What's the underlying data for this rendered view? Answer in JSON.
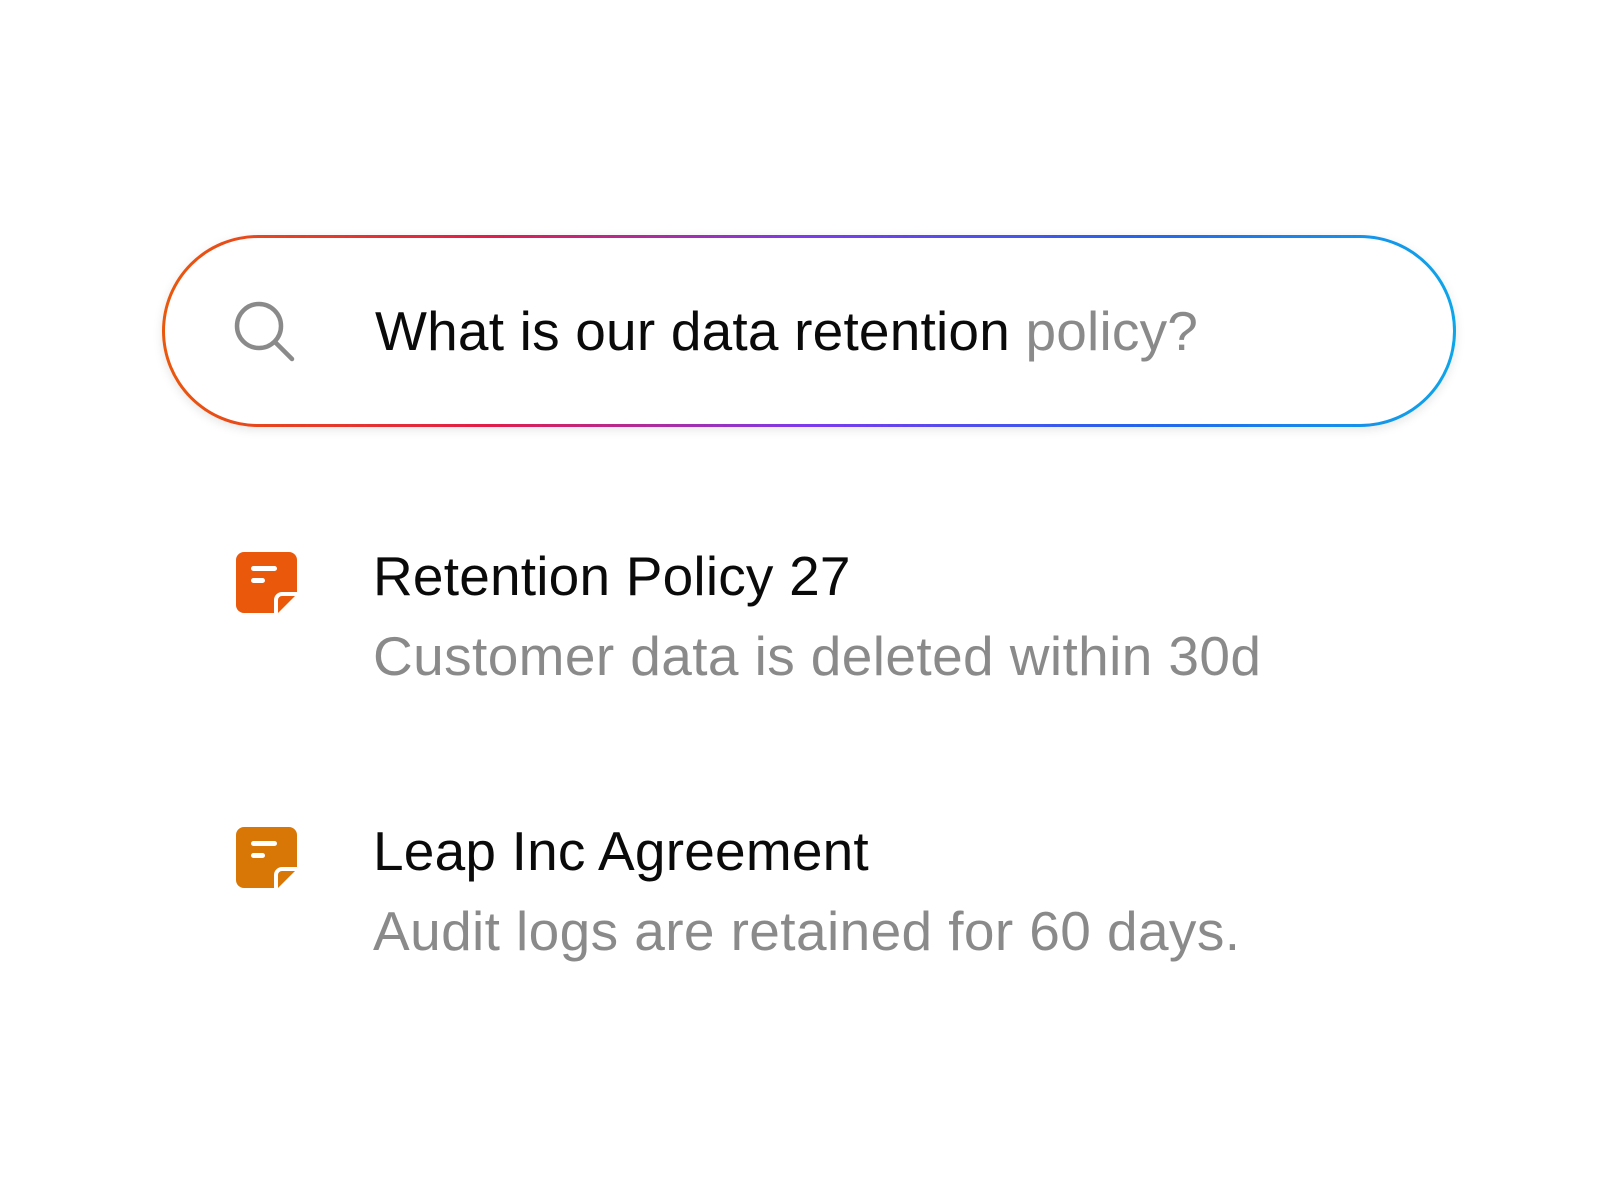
{
  "search": {
    "query_typed": "What is our data retention",
    "query_suggestion": "policy?",
    "icon": "search-icon",
    "gradient_colors": [
      "#ea580c",
      "#e11d48",
      "#7c3aed",
      "#2563eb",
      "#0ea5e9"
    ]
  },
  "results": [
    {
      "title": "Retention Policy 27",
      "snippet": "Customer data is deleted within 30d",
      "icon": "document-icon",
      "icon_color": "#ea580c"
    },
    {
      "title": "Leap Inc Agreement",
      "snippet": "Audit logs are retained for 60 days.",
      "icon": "document-icon",
      "icon_color": "#d97706"
    }
  ]
}
